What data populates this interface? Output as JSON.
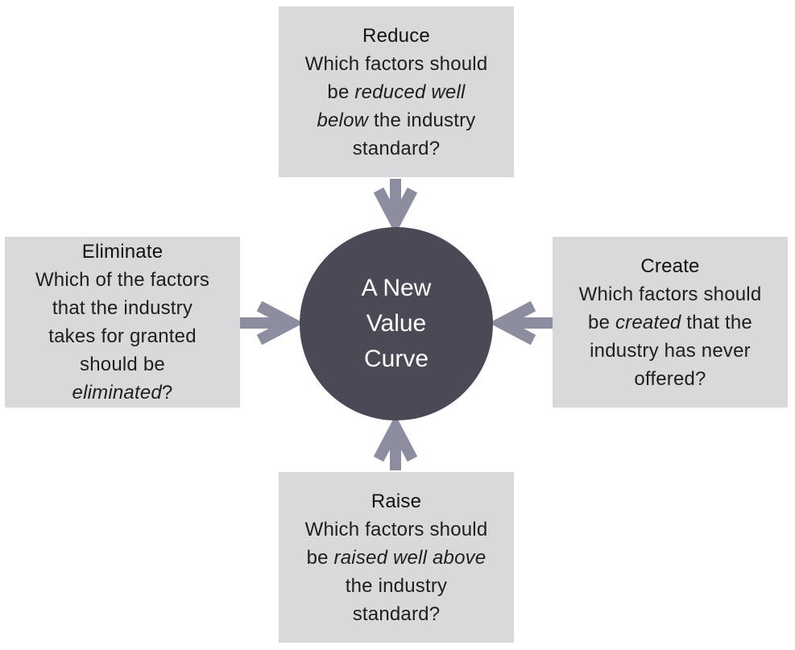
{
  "center": {
    "lines": [
      "A New",
      "Value",
      "Curve"
    ]
  },
  "reduce": {
    "title": "Reduce",
    "line1": "Which factors should",
    "line2_pre": "be ",
    "line2_em": "reduced well",
    "line3_em": "below",
    "line3_post": " the industry",
    "line4": "standard?"
  },
  "eliminate": {
    "title": "Eliminate",
    "line1": "Which of the factors",
    "line2": "that the industry",
    "line3": "takes for granted",
    "line4": "should be",
    "line5_em": "eliminated",
    "line5_post": "?"
  },
  "create": {
    "title": "Create",
    "line1": "Which factors should",
    "line2_pre": "be ",
    "line2_em": "created",
    "line2_post": " that the",
    "line3": "industry has never",
    "line4": "offered?"
  },
  "raise": {
    "title": "Raise",
    "line1": "Which factors should",
    "line2_pre": "be ",
    "line2_em": "raised well above",
    "line3": "the industry",
    "line4": "standard?"
  },
  "colors": {
    "box_fill": "#d9d9dc",
    "circle_fill": "#4a4a57",
    "arrow": "#8c8d9f"
  }
}
